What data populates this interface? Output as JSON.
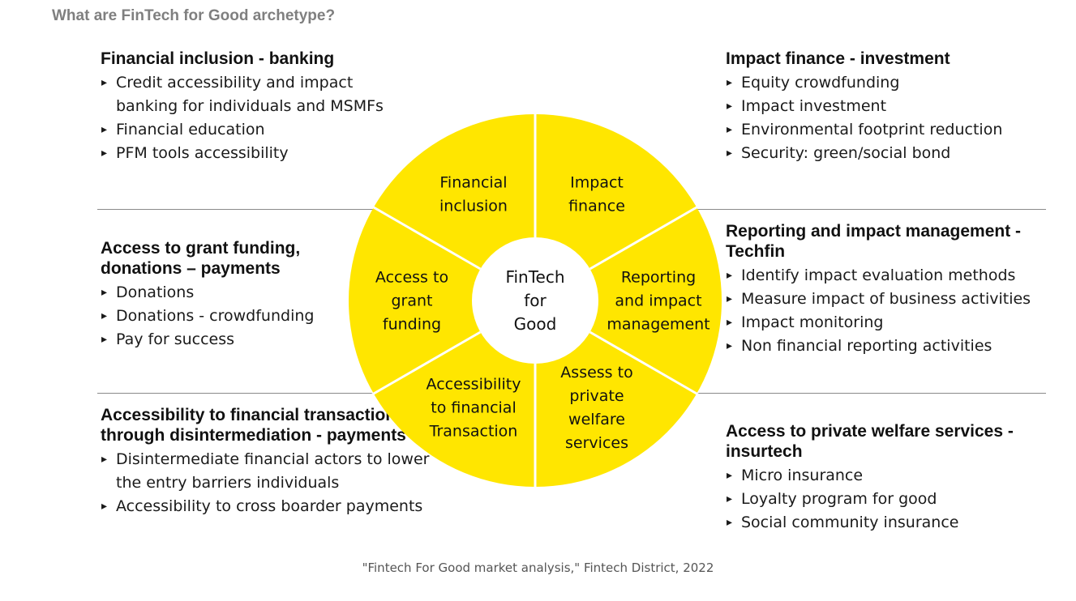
{
  "title": "What are FinTech for Good archetype?",
  "wheel": {
    "center": [
      "FinTech",
      "for",
      "Good"
    ],
    "segments": [
      {
        "id": "financial-inclusion",
        "lines": [
          "Financial",
          "inclusion"
        ]
      },
      {
        "id": "impact-finance",
        "lines": [
          "Impact",
          "finance"
        ]
      },
      {
        "id": "reporting",
        "lines": [
          "Reporting",
          "and impact",
          "management"
        ]
      },
      {
        "id": "assess-welfare",
        "lines": [
          "Assess to",
          "private",
          "welfare",
          "services"
        ]
      },
      {
        "id": "accessibility-transaction",
        "lines": [
          "Accessibility",
          "to financial",
          "Transaction"
        ]
      },
      {
        "id": "grant-funding",
        "lines": [
          "Access to",
          "grant",
          "funding"
        ]
      }
    ]
  },
  "blocks": {
    "financial_inclusion": {
      "heading": "Financial inclusion - banking",
      "items": [
        "Credit accessibility and impact banking for individuals and MSMFs",
        "Financial education",
        "PFM tools accessibility"
      ]
    },
    "grant_funding": {
      "heading": "Access to grant funding, donations – payments",
      "items": [
        "Donations",
        "Donations - crowdfunding",
        "Pay for success"
      ]
    },
    "transaction": {
      "heading": "Accessibility to financial transaction through disintermediation - payments",
      "items": [
        "Disintermediate financial actors to lower the entry barriers individuals",
        "Accessibility to cross boarder payments"
      ]
    },
    "impact_finance": {
      "heading": "Impact finance - investment",
      "items": [
        "Equity crowdfunding",
        "Impact investment",
        "Environmental footprint reduction",
        "Security: green/social bond"
      ]
    },
    "reporting": {
      "heading": "Reporting and impact management - Techfin",
      "items": [
        "Identify impact evaluation methods",
        "Measure impact of business activities",
        "Impact monitoring",
        "Non financial reporting activities"
      ]
    },
    "welfare": {
      "heading": "Access to private welfare services - insurtech",
      "items": [
        "Micro insurance",
        "Loyalty program for good",
        "Social community insurance"
      ]
    }
  },
  "source": "\"Fintech For Good market analysis,\" Fintech District, 2022",
  "colors": {
    "wheel_fill": "#FFE600",
    "divider": "#FFFFFF",
    "title": "#7F7F7F",
    "rule": "#8A8A8A"
  }
}
